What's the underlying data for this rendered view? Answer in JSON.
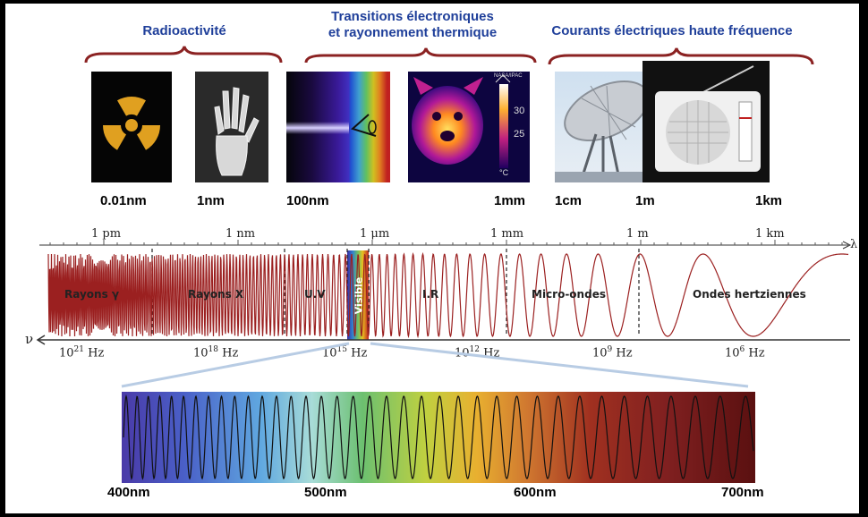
{
  "categories": {
    "radioactivity": "Radioactivité",
    "transitions_line1": "Transitions électroniques",
    "transitions_line2": "et rayonnement thermique",
    "hf_currents": "Courants électriques haute fréquence"
  },
  "image_labels": {
    "l1": "0.01nm",
    "l2": "1nm",
    "l3": "100nm",
    "l4": "1mm",
    "l5": "1cm",
    "l6": "1m",
    "l7": "1km"
  },
  "thermal": {
    "brand": "NASA/IPAC",
    "t30": "30",
    "t25": "25",
    "unit": "°C"
  },
  "wavelength_scale": {
    "pm": "1 pm",
    "nm": "1 nm",
    "um": "1 μm",
    "mm": "1 mm",
    "m": "1 m",
    "km": "1 km",
    "axis_symbol": "λ"
  },
  "regions": {
    "gamma": "Rayons γ",
    "x": "Rayons X",
    "uv": "U.V",
    "visible": "Visible",
    "ir": "I.R",
    "micro": "Micro-ondes",
    "hertz": "Ondes hertziennes"
  },
  "freq_axis": {
    "symbol": "ν",
    "f21": {
      "base": "10",
      "exp": "21",
      "unit": "Hz"
    },
    "f18": {
      "base": "10",
      "exp": "18",
      "unit": "Hz"
    },
    "f15": {
      "base": "10",
      "exp": "15",
      "unit": "Hz"
    },
    "f12": {
      "base": "10",
      "exp": "12",
      "unit": "Hz"
    },
    "f9": {
      "base": "10",
      "exp": "9",
      "unit": "Hz"
    },
    "f6": {
      "base": "10",
      "exp": "6",
      "unit": "Hz"
    }
  },
  "visible_spectrum": {
    "l400": "400nm",
    "l500": "500nm",
    "l600": "600nm",
    "l700": "700nm"
  },
  "colors": {
    "category_blue": "#1f3f9a",
    "brace_red": "#8b2222",
    "wave_red": "#9b2020"
  }
}
